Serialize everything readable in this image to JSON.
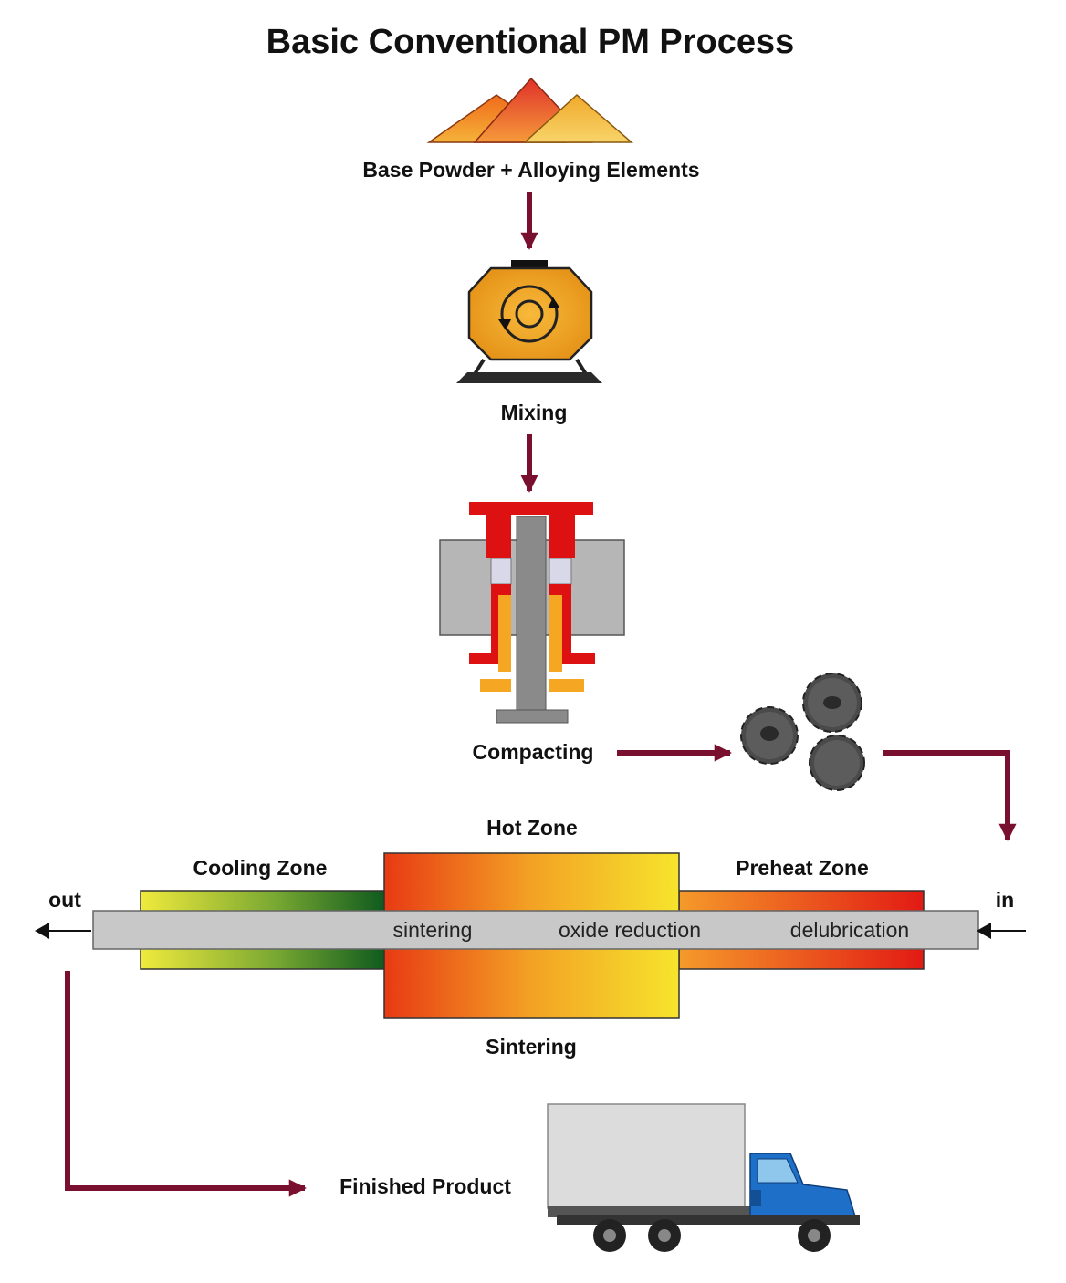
{
  "title": "Basic Conventional PM Process",
  "steps": {
    "powder": "Base Powder + Alloying Elements",
    "mixing": "Mixing",
    "compacting": "Compacting",
    "sintering": "Sintering",
    "finished": "Finished Product"
  },
  "furnace": {
    "hot_zone": "Hot Zone",
    "cooling_zone": "Cooling Zone",
    "preheat_zone": "Preheat Zone",
    "out_label": "out",
    "in_label": "in",
    "stages": [
      "sintering",
      "oxide reduction",
      "delubrication"
    ]
  },
  "colors": {
    "arrow": "#7a1030",
    "press_red": "#dd1111",
    "press_orange": "#f5a623",
    "mixer_orange": "#f0a020",
    "truck_cab": "#1e6fc8",
    "cooling_start": "#f0ea3c",
    "cooling_end": "#0e5a1e",
    "hot_start": "#e83a14",
    "hot_end": "#f6e42c",
    "preheat_start": "#f59a2a",
    "preheat_end": "#e21a14"
  }
}
